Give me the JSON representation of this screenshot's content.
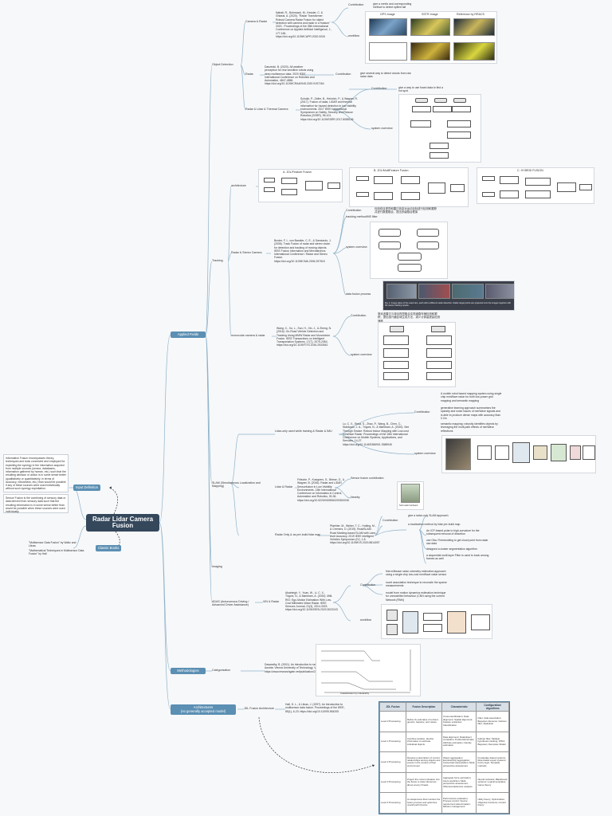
{
  "root": "Radar Lidar Camera\nFusion",
  "left_nodes": {
    "information_fusion": "Input Definition",
    "information_fusion_note": "Information Fusion encompasses theory, techniques and tools conceived and employed for exploiting the synergy in the information acquired from multiple sources (sensor, databases, information gathered by human, etc.) such that the resulting decision or action is in some sense better (qualitatively or quantitatively, in terms of accuracy, robustness, etc.) than would be possible if any of these sources were used individually without such synergy exploitation.",
    "sensor_fusion_note": "Sensor Fusion is the combining of sensory data or data derived from sensory data such that the resulting information is in some sense better than would be possible when these sources were used individually.",
    "classic_books": "Classic Books",
    "books": [
      "\"Multisensor Data Fusion\" by Waltz and Llinas",
      "\"Mathematical Techniques in Multisensor Data Fusion\" by Hall"
    ]
  },
  "branches": {
    "applied_fields": "Applied Fields",
    "methodologies": "Methodologies",
    "architectures": "Architectures\n(no generally accepted model)"
  },
  "applied": {
    "object_detection": "Object Detection",
    "camera_radar": "Camera & Radar",
    "camera_radar_ref": "Nabati, R., Bohnsack, M., Kessler, C. & Ghiassi, A. (2020). \"Radar Transformer: Robust Camera Radar Fusion for object detection with camera and radar in a frustum\" 2020 - Proceedings of the 35th International Conference on Applied Artificial Intelligence, 1, 177-184. https://doi.org/10.1109/ICAPR.2020.0026",
    "camera_radar_contrib": "give a metric and corresponding method to detect spilled tail",
    "workflow": "workflow",
    "radar": "Radar",
    "radar_ref": "Danzecki, B. (2020). All weather perception for rear sensitive robots using deep multisensor data. 2020 IEEE International Conference on Robotics and Automation, 4847-4856. https://doi.org/10.1109/ICRA40945.2020.9197264",
    "contribution": "Contribution",
    "radar_contrib": "give several way to detect clouds from raw radar data",
    "radar_lidar_thermal": "Radar & Lidar & Thermal Camera",
    "rlt_ref": "Schultz, P., Zeller, B., Heinrich, P., & Wagner, R. (2017). Fusion of radar, LiDAR and thermal information for hazard detection in low visibility environments. 2017 IEEE International Symposium on Safety, Security and Rescue Robotics (SSRR), 96-101. https://doi.org/10.1109/SSRR.2017.8088146",
    "rlt_contrib": "give a way to use fused data to find a hot spot",
    "system_overview": "system overview",
    "tracking": "Tracking",
    "architecture": "architecture",
    "radar_stereo": "Radar & Stereo Camera",
    "rs_ref": "Broder, F. I., von Bandter, C. E., & Sanciardo, J. (2006). Track Fusion of radar and stereo vision for detection and tracking of moving objects. IEEE Fusion Information and Mechatronics International Conference / Radar and Stereo Fusion. https://doi.org/10.1109/ICMA.2006.257515",
    "rs_contrib_cn": "利用双目视觉和雷达信息对运动目标进行检测和跟踪并进行数据融合，提出多级融合框架",
    "tracking_method": "tracking method/MS filter",
    "data_fusion_process": "data fusion process",
    "mono_radar": "monocular camera & radar",
    "mr_ref": "Wang, X., Xu, L., Sun, H., Xin, J., & Zheng, N. (2016). On-Road Vehicle Detection and Tracking Using MMW Radar and Monovision Fusion. IEEE Transactions on Intelligent Transportation Systems, 17(7), 2075-2084. https://doi.org/10.1109/TITS.2016.2533542",
    "mr_contrib_cn": "毫米波雷达与单目视觉融合实现道路车辆检测和跟踪，提出感兴趣区域生成方法，减少计算量提高检测速度",
    "slam": "SLAM (Simultaneous Localization and Mapping)",
    "lidarcam": "Lidar-only used while training & Radar & IMU",
    "lidarcam_ref": "Lu, C. X., Rosa, S., Zhao, P., Wang, B., Chen, C., Stankovic, J. A., Trigoni, N., & Markham, A. (2020). See Through Smoke: Robust Indoor Mapping with Low-cost mmWave Radar. Proceedings of the 18th International Conference on Mobile Systems, Applications, and Services, 14-27. https://doi.org/10.1145/3386901.3388945",
    "lidarcam_contribs": [
      "A mobile robot based mapping system using single chip mmWave radar for both low-power grid mapping and semantic mapping",
      "generative learning approach summarises the sparsity and noise issues of mmWave signals and is able to produce dense maps with accuracy than 0.2m",
      "semantic mapping: robustly identifies objects by leveraging the multi-path effects of mmWave reflections"
    ],
    "system_overview2": "system overview",
    "lidar_radar": "Lidar & Radar",
    "lr_ref": "Fritsche, P., Kueppers, S., Briese, G., & Wagner, B. (2016). Radar and LiDAR Sensorfusion in Low Visibility Environments. 13th International Conference on Informatics in Control, Automation and Robotics, 30-36. https://doi.org/10.5220/0005960200300036",
    "lr_contrib": "Sensor fusion contribution",
    "nearby": "Nearby",
    "nearby_caption": "Self-made hardware",
    "radar_gps": "Radar Only & as pre-build lidar map",
    "rg_ref": "Pfaehler, M., Weber, T. C., Hutting, M., & Cremers, D. (2019). RoadSLAM: Road Marking-based SLAM with Lane-level Accuracy. 2019 IEEE Intelligent Vehicles Symposium (IV), 1-8. https://doi.org/10.1109/IVS.2019.8814097",
    "rg_contribs": [
      "give a radar-only SLAM approach",
      "a localization method by lidar pre-build map",
      "An ICP-based polar to high-curvature for the subsequent removal of distortion",
      "use Otsu Thresholding to get cloud point from radar raw data",
      "designed a cluster segmentation algorithm",
      "a sequential multi-layer Filter is used to track among frames as well"
    ],
    "imaging": "Imaging",
    "adas": "ADAS (Autonomous Driving / Advanced Driver Assistance)",
    "adas_sensor": "VIN & Radar",
    "adas_ref": "Alsaheigh, Y., Yuan, W., Li, C. X., Trigoni, N., & Markham, A. (2020). Milli-RIO: Ego-Motion Estimation With Low-Cost Millimetre-Wave Radar. IEEE Sensors Journal, 21(3), 3314-3323. https://doi.org/10.1109/JSEN.2020.3023243",
    "adas_contribs": [
      "first milliwave radar odometry estimation approach using a single chip low-cost mmWave radar sensor",
      "novel association technique to reconcile the sparse measurements",
      "model from motion dynamics estimation technique for unmodelled behaviour (CNN using the current Network (RNN)"
    ],
    "workflow2": "workflow"
  },
  "methods": {
    "categorization": "Categorization",
    "cat_ref": "Dasarathy, B. (2001). An introduction to sensor fusion. Austria: Vienna University of Technology, Vienna. FOR https://www.researchgate.net/publication/228718441_An_introduction_to_sensor_fusion.pdf",
    "fig_axis": "Classification by Dasarathy"
  },
  "arch": {
    "jdl": "JDL Fusion Architecture",
    "jdl_ref": "Hall, D. L., & Llinas, J. (1997). An introduction to multisensor data fusion. Proceedings of the IEEE, 85(1), 6-23. https://doi.org/10.1109/5.554205",
    "table_headers": [
      "JDL Fusion",
      "Fusion Description",
      "Characteristic",
      "Configuration/ Algorithms"
    ],
    "table_rows": [
      [
        "Level 0 Processing",
        "Refine fix estimates of a direct, generic, features, and nature",
        "Cross-identification; Data alignment; Spatial alignment; Feature extraction; Classification",
        "Filter; data association; Bayesian inference; Kalman filter; Statistical"
      ],
      [
        "Level 1 Processing",
        "Combine location, identity information to estimate individual objects",
        "Data alignment; Data/object correlation; Position/kinematic; Attribute estimation; Identity estimation",
        "Kalman filter; Multiple hypothesis tracking; JPDA; Bayesian; Dempster-Shafer"
      ],
      [
        "Level 2 Processing",
        "Develop a description of current relationships among objects and events in the context of their environment",
        "Object aggregation; Event/activity aggregation; Contextual interpretation; Multi-perspective assessment",
        "Knowledge-based systems; Rule-based expert systems; Fuzzy logic; Template methods"
      ],
      [
        "Level 3 Processing",
        "Project the current situation into the future to draw inferences about enemy threats",
        "Aggregate force estimation; Intent prediction; Multi-perspective assessment; Offensive/defensive analysis",
        "Neural networks; Blackboard systems; Logical templates; Game theory"
      ],
      [
        "Level 4 Processing",
        "A metaprocess that monitors the fusion process and optimizes overall performance",
        "Performance evaluation; Process control; Source requirement determination; Mission management",
        "Utility theory; Optimization; Objective functions; Control theory"
      ]
    ]
  },
  "figures": {
    "tile_labels": [
      "GPS Image",
      "SSTR Image",
      "Reference by RRACS"
    ],
    "arch_titles": [
      "A. JDL/Feature Fusion",
      "B. JDL/MultiFeature Fusion",
      "C. HYBRID FUSION"
    ],
    "caption": "Fig. 2. Image plane of the used cars, each with a different radar detection. Radar target points are projected onto the images together with the stereo tracking results."
  },
  "colors": {
    "pill": "#5b8fb3",
    "root": "#34475b",
    "line": "#8fb3c9",
    "table_border": "#4d7fa0"
  }
}
